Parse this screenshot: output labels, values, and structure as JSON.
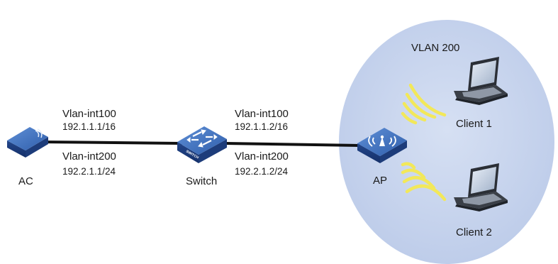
{
  "vlan_label": "VLAN 200",
  "devices": {
    "ac": {
      "name": "AC",
      "icon": "access-controller-icon"
    },
    "switch": {
      "name": "Switch",
      "icon": "switch-icon",
      "badge": "SWITCH"
    },
    "ap": {
      "name": "AP",
      "icon": "access-point-icon"
    },
    "client1": {
      "name": "Client 1",
      "icon": "laptop-icon"
    },
    "client2": {
      "name": "Client 2",
      "icon": "laptop-icon"
    }
  },
  "ac_interfaces": [
    {
      "name": "Vlan-int100",
      "ip": "192.1.1.1/16"
    },
    {
      "name": "Vlan-int200",
      "ip": "192.2.1.1/24"
    }
  ],
  "switch_interfaces": [
    {
      "name": "Vlan-int100",
      "ip": "192.1.1.2/16"
    },
    {
      "name": "Vlan-int200",
      "ip": "192.2.1.2/24"
    }
  ],
  "colors": {
    "vlan_area": "#c9d5ee",
    "device_blue": "#2e5ca8",
    "link": "#111111",
    "wifi_waves": "#f2e85a"
  }
}
